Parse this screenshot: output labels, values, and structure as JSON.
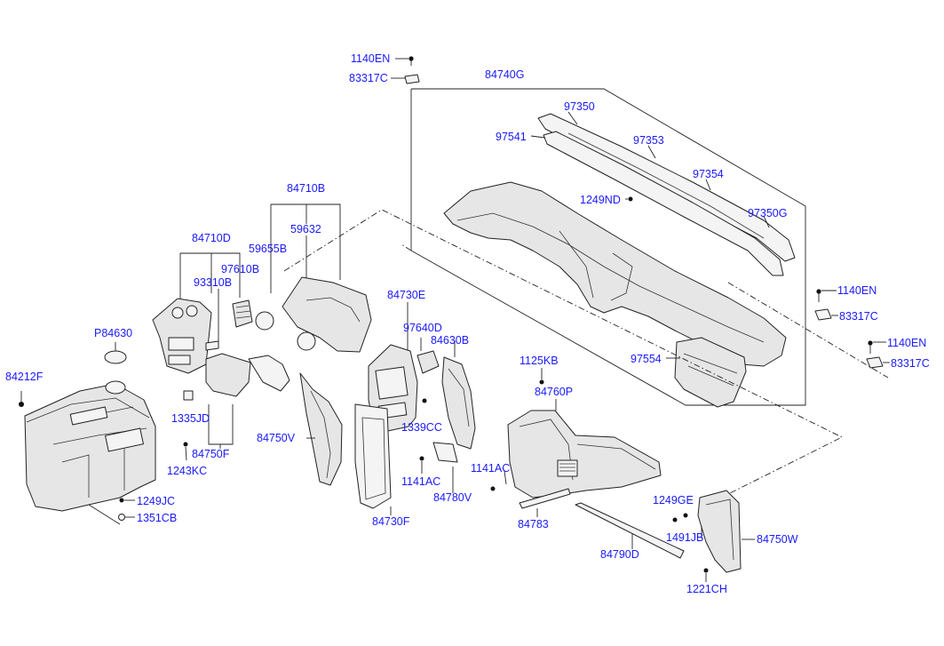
{
  "labels": {
    "p_1140EN_top": "1140EN",
    "p_83317C_top": "83317C",
    "p_84740G": "84740G",
    "p_97350": "97350",
    "p_97541": "97541",
    "p_97353": "97353",
    "p_97354": "97354",
    "p_1249ND": "1249ND",
    "p_97350G": "97350G",
    "p_84710B": "84710B",
    "p_59632": "59632",
    "p_59655B": "59655B",
    "p_84710D": "84710D",
    "p_97610B": "97610B",
    "p_93310B": "93310B",
    "p_P84630": "P84630",
    "p_84212F": "84212F",
    "p_1335JD": "1335JD",
    "p_84750F": "84750F",
    "p_1243KC": "1243KC",
    "p_1249JC": "1249JC",
    "p_1351CB": "1351CB",
    "p_84750V": "84750V",
    "p_84730E": "84730E",
    "p_97640D": "97640D",
    "p_84630B": "84630B",
    "p_1339CC": "1339CC",
    "p_1141AC_a": "1141AC",
    "p_84780V": "84780V",
    "p_84730F": "84730F",
    "p_1141AC_b": "1141AC",
    "p_1125KB": "1125KB",
    "p_84760P": "84760P",
    "p_97554": "97554",
    "p_1140EN_mid": "1140EN",
    "p_83317C_mid": "83317C",
    "p_1140EN_right": "1140EN",
    "p_83317C_right": "83317C",
    "p_1249GE": "1249GE",
    "p_1491JB": "1491JB",
    "p_84750W": "84750W",
    "p_84783": "84783",
    "p_84790D": "84790D",
    "p_1221CH": "1221CH"
  },
  "colors": {
    "label": "#1a1aff",
    "line": "#222222",
    "part_fill": "#e6e6e6"
  }
}
